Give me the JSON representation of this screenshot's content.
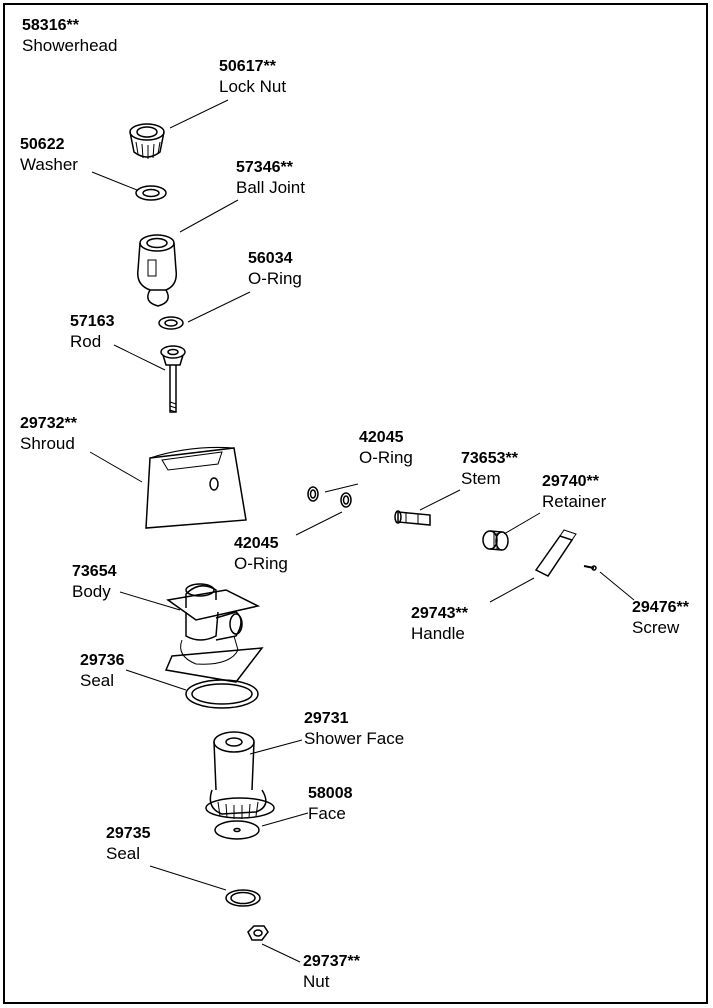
{
  "title": {
    "number": "58316**",
    "name": "Showerhead"
  },
  "parts": {
    "lock_nut": {
      "number": "50617**",
      "name": "Lock Nut"
    },
    "washer": {
      "number": "50622",
      "name": "Washer"
    },
    "ball_joint": {
      "number": "57346**",
      "name": "Ball Joint"
    },
    "o_ring_top": {
      "number": "56034",
      "name": "O-Ring"
    },
    "rod": {
      "number": "57163",
      "name": "Rod"
    },
    "shroud": {
      "number": "29732**",
      "name": "Shroud"
    },
    "o_ring_a": {
      "number": "42045",
      "name": "O-Ring"
    },
    "o_ring_b": {
      "number": "42045",
      "name": "O-Ring"
    },
    "stem": {
      "number": "73653**",
      "name": "Stem"
    },
    "retainer": {
      "number": "29740**",
      "name": "Retainer"
    },
    "body": {
      "number": "73654",
      "name": "Body"
    },
    "handle": {
      "number": "29743**",
      "name": "Handle"
    },
    "screw": {
      "number": "29476**",
      "name": "Screw"
    },
    "seal_top": {
      "number": "29736",
      "name": "Seal"
    },
    "shower_face": {
      "number": "29731",
      "name": "Shower Face"
    },
    "face": {
      "number": "58008",
      "name": "Face"
    },
    "seal_bottom": {
      "number": "29735",
      "name": "Seal"
    },
    "nut": {
      "number": "29737**",
      "name": "Nut"
    }
  }
}
